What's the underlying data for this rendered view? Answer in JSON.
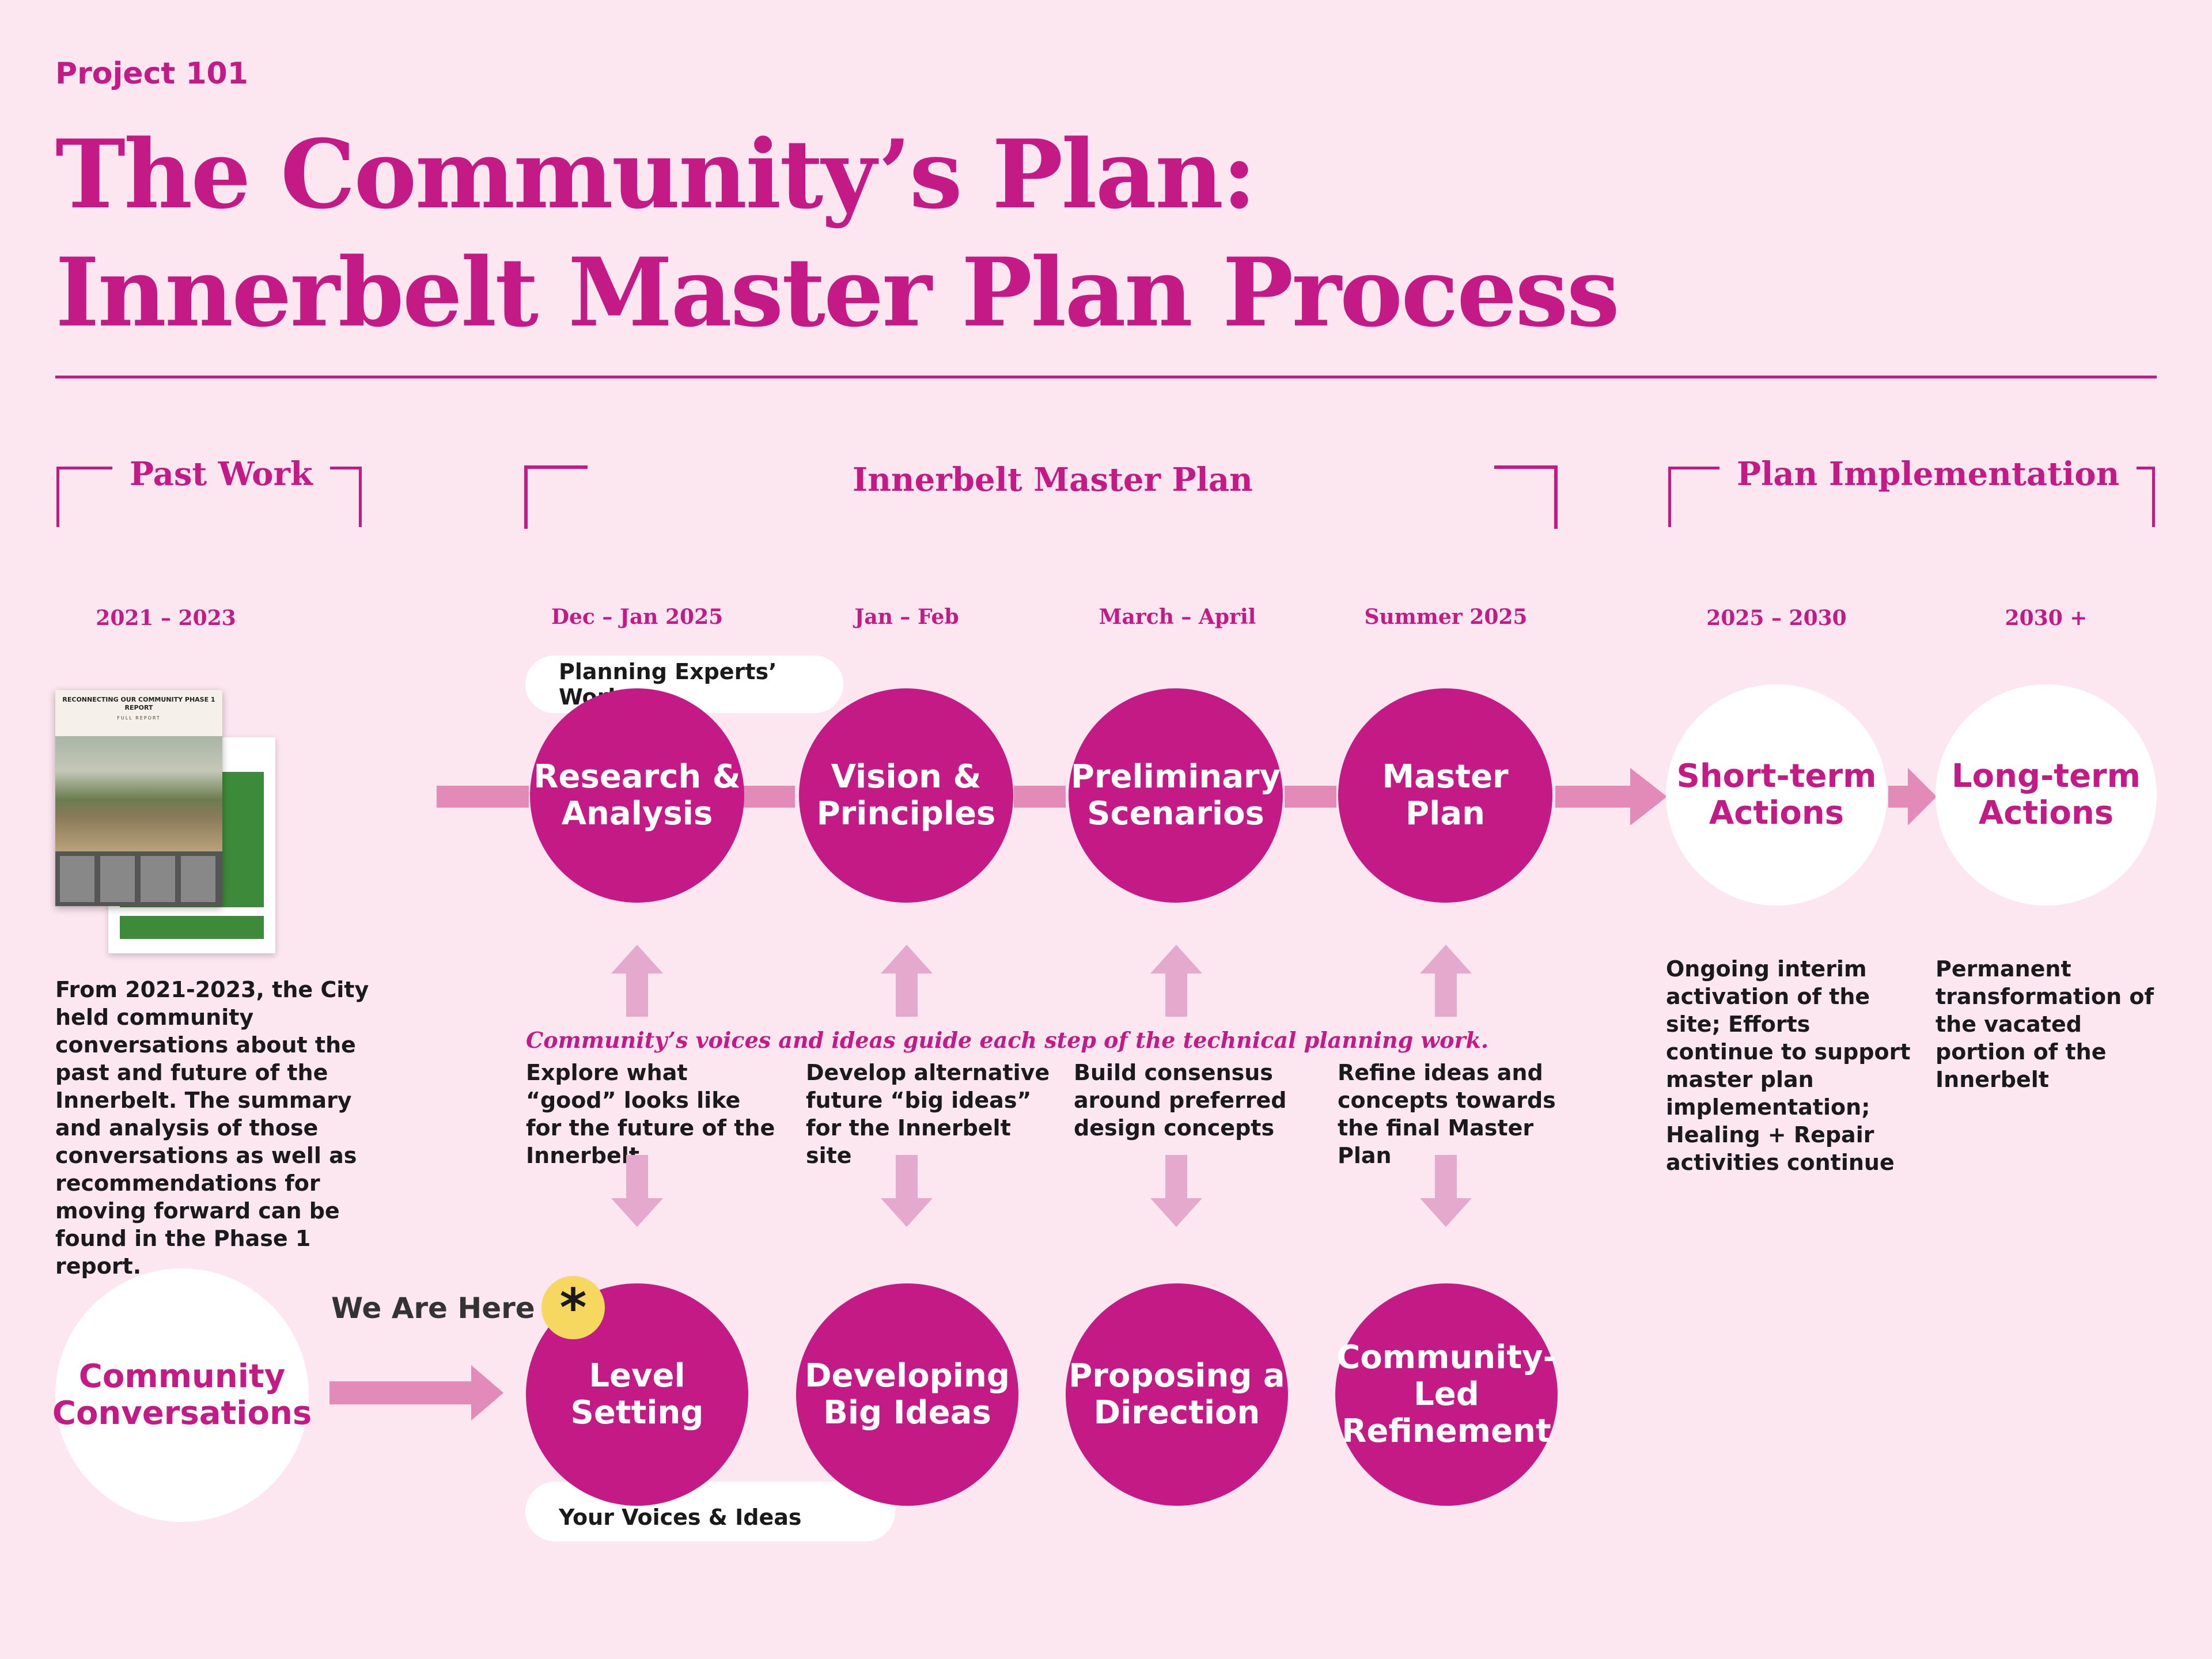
{
  "header": {
    "project": "Project 101",
    "title_line1": "The Community’s Plan:",
    "title_line2": "Innerbelt Master Plan Process"
  },
  "sections": {
    "past_work": "Past Work",
    "master_plan": "Innerbelt Master Plan",
    "implementation": "Plan Implementation"
  },
  "dates": [
    "2021 – 2023",
    "Dec – Jan 2025",
    "Jan – Feb",
    "March – April",
    "Summer 2025",
    "2025 – 2030",
    "2030 +"
  ],
  "pills": {
    "top": "Planning Experts’ Work",
    "bottom": "Your Voices & Ideas"
  },
  "top_steps": [
    "Research & Analysis",
    "Vision & Principles",
    "Preliminary Scenarios",
    "Master Plan"
  ],
  "impl_steps": [
    "Short-term Actions",
    "Long-term Actions"
  ],
  "bottom_steps": [
    "Level Setting",
    "Developing Big Ideas",
    "Proposing a Direction",
    "Community-Led Refinement"
  ],
  "community_circle": "Community Conversations",
  "guide_text": "Community’s voices and ideas guide each step of the technical planning work.",
  "step_descriptions": [
    "Explore what “good” looks like for the future of the Innerbelt",
    "Develop alternative future “big ideas” for the Innerbelt site",
    "Build consensus around preferred design concepts",
    "Refine ideas and concepts towards the final Master Plan"
  ],
  "past_description": "From 2021-2023, the City held community conversations about the past and future of the Innerbelt. The summary and analysis of those conversations as well as recommendations for moving forward can be found in the Phase 1 report.",
  "impl_descriptions": [
    "Ongoing interim activation of the site; Efforts continue to support master plan implementation; Healing + Repair activities continue",
    "Permanent transformation of the vacated portion of the Innerbelt"
  ],
  "we_are_here": "We Are Here",
  "star_symbol": "*",
  "report": {
    "title": "RECONNECTING OUR COMMUNITY PHASE 1 REPORT",
    "subtitle": "FULL REPORT"
  },
  "colors": {
    "background": "#fce6ef",
    "magenta": "#c41a86",
    "arrow_pink": "#e28ab8",
    "light_arrow": "#e4a9cc",
    "star_yellow": "#f6d860"
  }
}
